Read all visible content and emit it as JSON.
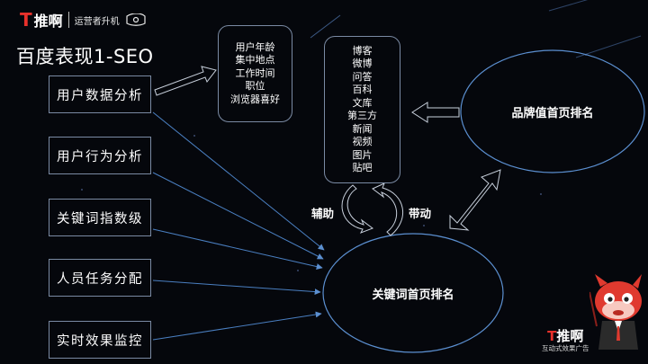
{
  "header": {
    "logo_mark": "T",
    "brand": "推啊",
    "slogan": "运营者升机"
  },
  "title": "百度表现1-SEO",
  "left_boxes": [
    "用户数据分析",
    "用户行为分析",
    "关键词指数级",
    "人员任务分配",
    "实时效果监控"
  ],
  "info_box": [
    "用户年龄",
    "集中地点",
    "工作时间",
    "职位",
    "浏览器喜好"
  ],
  "channel_box": [
    "博客",
    "微博",
    "问答",
    "百科",
    "文库",
    "第三方",
    "新闻",
    "视频",
    "图片",
    "贴吧"
  ],
  "keyword_ellipse": "关键词首页排名",
  "brand_ellipse": "品牌值首页排名",
  "assist_label": "辅助",
  "drive_label": "带动",
  "footer_logo": {
    "mark": "T",
    "brand": "推啊",
    "tagline": "互动式效果广告"
  },
  "colors": {
    "background": "#05070c",
    "line": "#4a7fc1",
    "box_border": "#7a8aa3",
    "logo_red": "#e8312b",
    "mascot_red": "#e03a2f"
  }
}
